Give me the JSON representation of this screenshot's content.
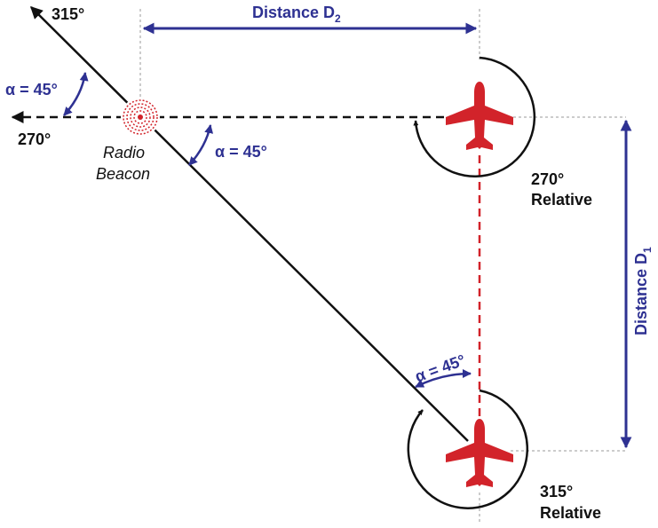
{
  "bearing_labels": {
    "b315": "315°",
    "b270": "270°"
  },
  "angle_labels": {
    "upper_left": "α = 45°",
    "beacon": "α = 45°",
    "lower_right": "α = 45°"
  },
  "beacon": {
    "line1": "Radio",
    "line2": "Beacon"
  },
  "distance_d2": {
    "prefix": "Distance D",
    "subscript": "2"
  },
  "distance_d1": {
    "prefix": "Distance D",
    "subscript": "1"
  },
  "relative_top": {
    "degrees": "270°",
    "word": "Relative"
  },
  "relative_bottom": {
    "degrees": "315°",
    "word": "Relative"
  },
  "colors": {
    "aircraft": "#d2232a",
    "dimension": "#2e3192",
    "line": "#111111",
    "guide": "#999999"
  },
  "icons": {
    "aircraft": "aircraft-icon",
    "beacon": "radio-beacon-icon"
  }
}
